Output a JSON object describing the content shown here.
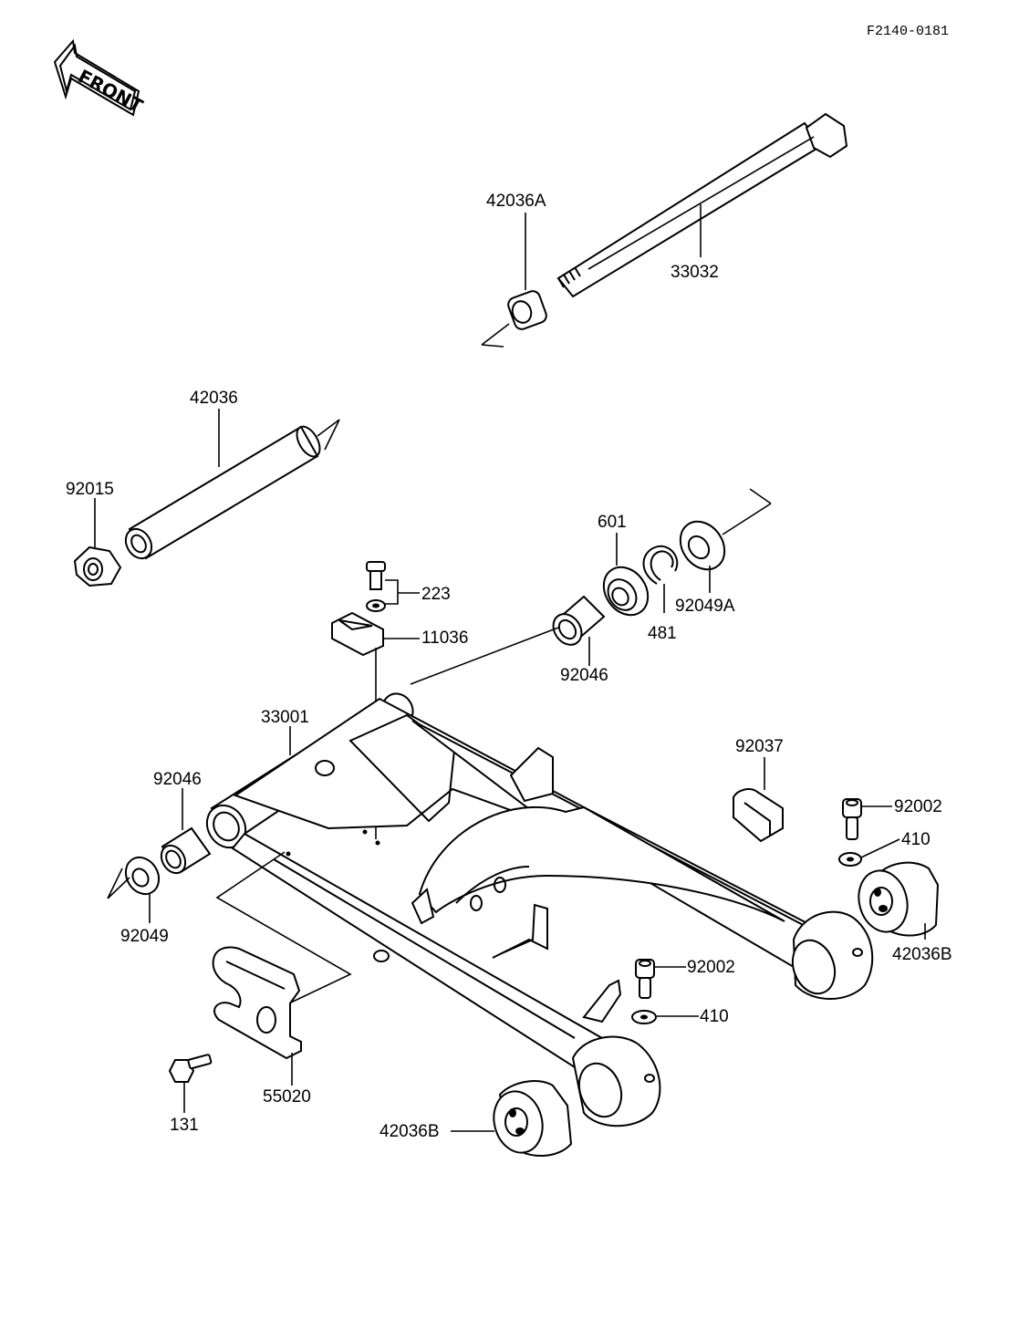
{
  "diagram_code": "F2140-0181",
  "front_arrow_label": "FRONT",
  "labels": {
    "p42036A": "42036A",
    "p33032": "33032",
    "p42036": "42036",
    "p92015": "92015",
    "p223": "223",
    "p11036": "11036",
    "p601": "601",
    "p92049A": "92049A",
    "p481": "481",
    "p92046_top": "92046",
    "p33001": "33001",
    "p92037": "92037",
    "p92002_right": "92002",
    "p410_right": "410",
    "p42036B_right": "42036B",
    "p92046_left": "92046",
    "p92049": "92049",
    "p92002_mid": "92002",
    "p410_mid": "410",
    "p55020": "55020",
    "p131": "131",
    "p42036B_bottom": "42036B"
  }
}
